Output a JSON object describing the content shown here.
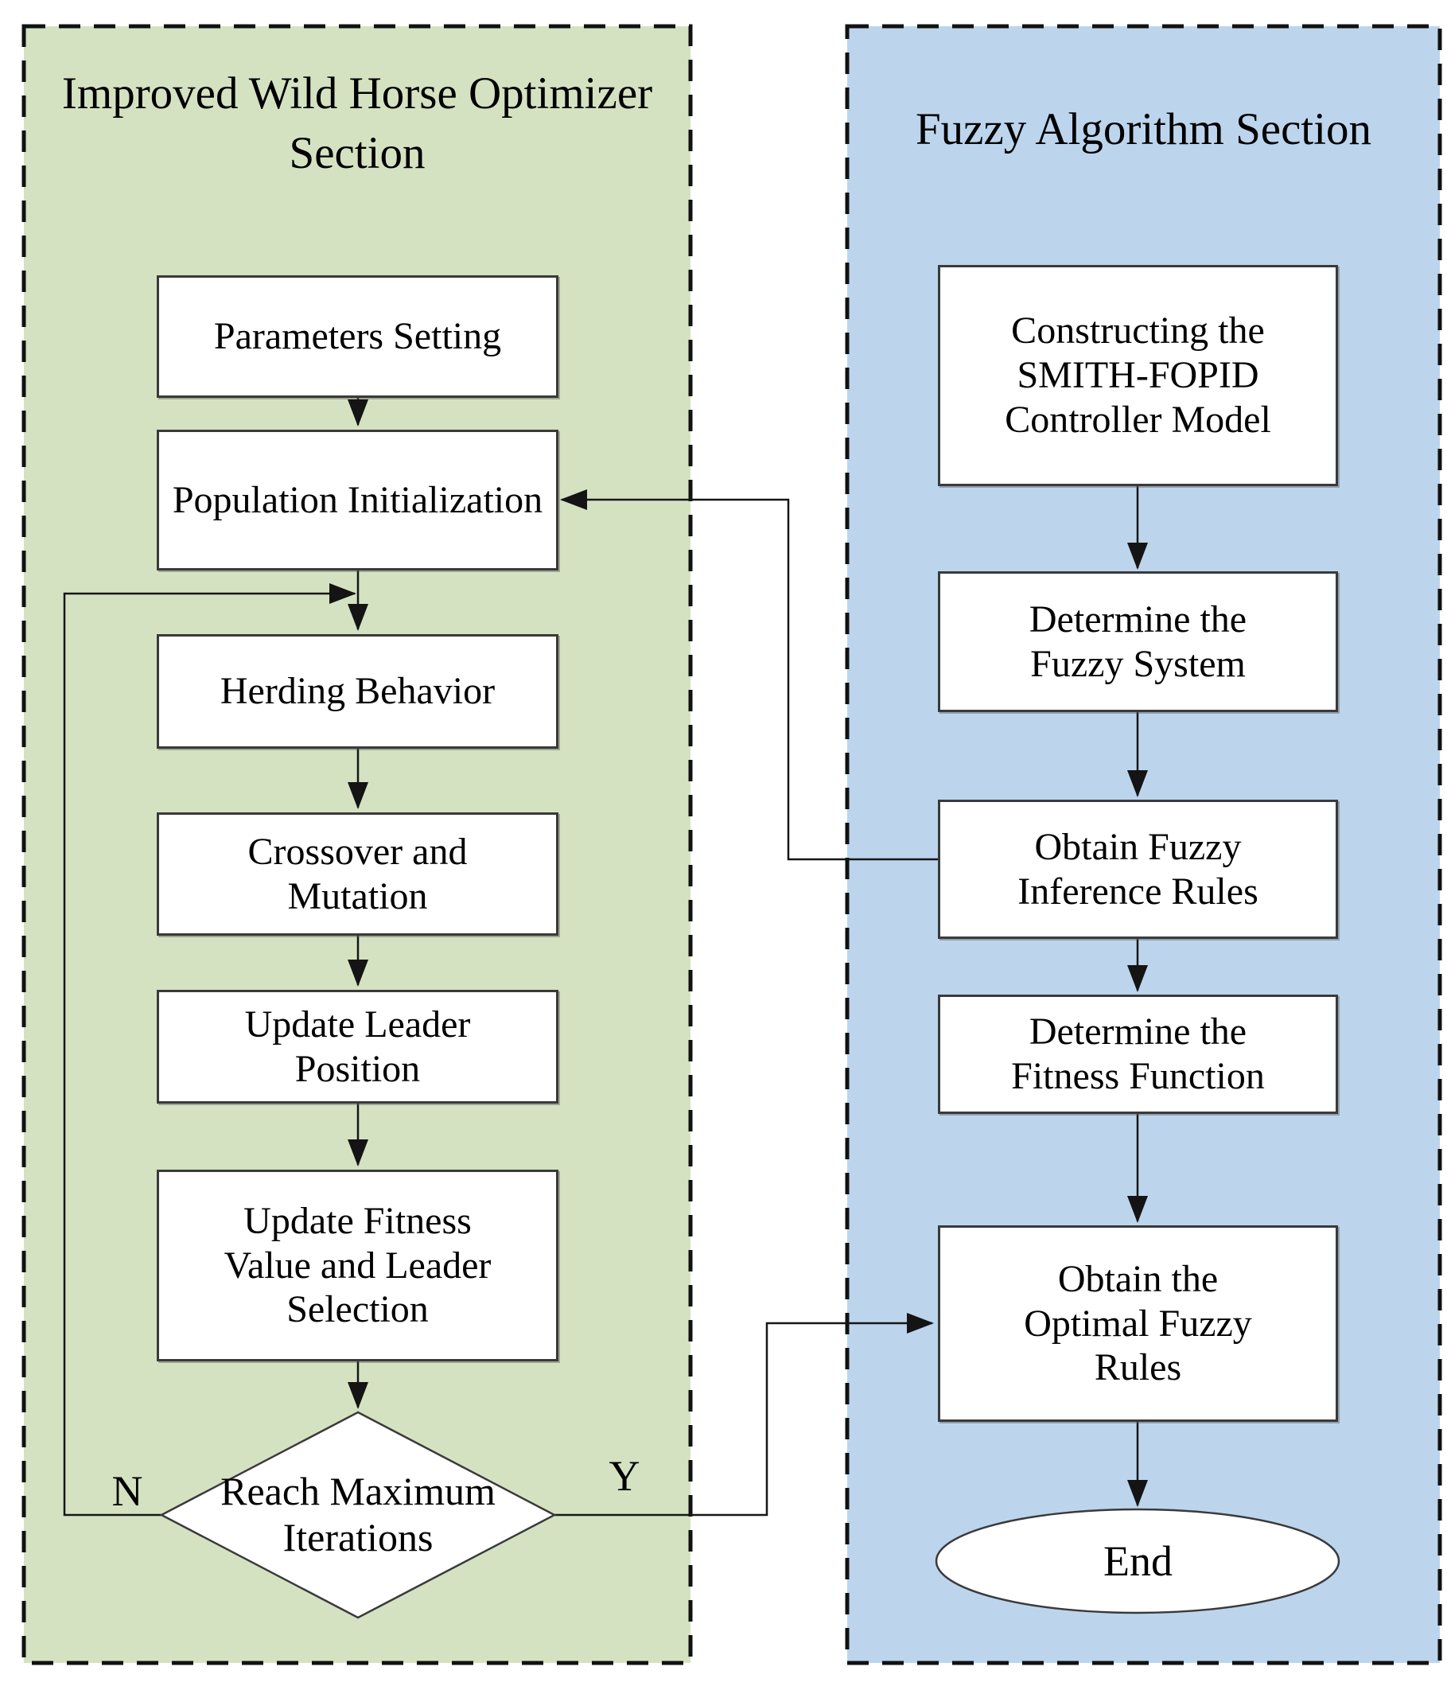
{
  "figure": {
    "left_section": {
      "title": "Improved Wild Horse Optimizer Section",
      "background": "#d5e2c2",
      "nodes": [
        "Parameters Setting",
        "Population Initialization",
        "Herding Behavior",
        "Crossover and Mutation",
        "Update Leader Position",
        "Update Fitness Value and Leader Selection"
      ],
      "decision": {
        "label": "Reach Maximum Iterations",
        "no": "N",
        "yes": "Y"
      }
    },
    "right_section": {
      "title": "Fuzzy Algorithm Section",
      "background": "#bcd5ed",
      "nodes": [
        "Constructing the SMITH-FOPID Controller Model",
        "Determine the Fuzzy System",
        "Obtain Fuzzy Inference Rules",
        "Determine the Fitness Function",
        "Obtain the Optimal Fuzzy Rules"
      ],
      "terminal": "End"
    }
  }
}
